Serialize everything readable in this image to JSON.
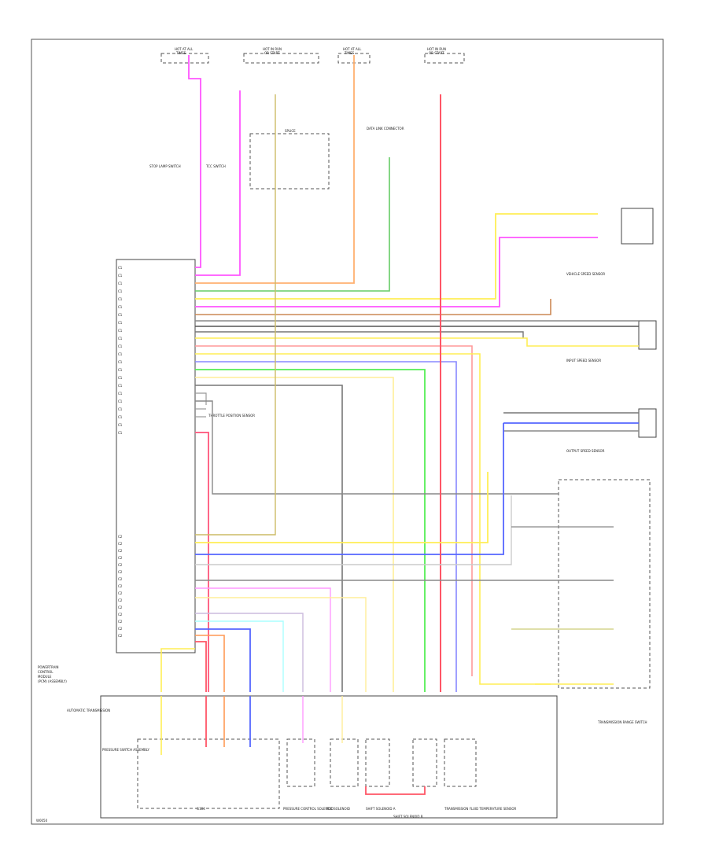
{
  "diagram_title": "",
  "pcm": {
    "caption_lines": [
      "POWERTRAIN",
      "CONTROL",
      "MODULE",
      "(PCM) (ASSEMBLY)"
    ]
  },
  "fuse_blocks": [
    {
      "line1": "HOT AT ALL",
      "line2": "TIMES"
    },
    {
      "line1": "HOT IN RUN",
      "line2": "OR START"
    },
    {
      "line1": "HOT AT ALL",
      "line2": "TIMES"
    },
    {
      "line1": "HOT IN RUN",
      "line2": "OR START"
    }
  ],
  "components": {
    "brake_switch": "STOP LAMP SWITCH",
    "brake_switch_2": "TCC SWITCH",
    "splice_1": "SPLICE",
    "data_link": "DATA LINK CONNECTOR",
    "vss": "VEHICLE SPEED SENSOR",
    "turbine_sensor": "INPUT SPEED SENSOR",
    "output_sensor": "OUTPUT SPEED SENSOR",
    "tps": "THROTTLE POSITION SENSOR",
    "range_switch": "TRANSMISSION RANGE SWITCH",
    "auto_trans": "AUTOMATIC TRANSMISSION",
    "pressure_switch": "PRESSURE SWITCH ASSEMBLY",
    "pcs": "PRESSURE CONTROL SOLENOID",
    "tcc_sol": "TCC SOLENOID",
    "shift_a": "SHIFT SOLENOID A",
    "shift_b": "SHIFT SOLENOID B",
    "fluid_temp": "TRANSMISSION FLUID TEMPERATURE SENSOR",
    "ground": "G104"
  },
  "pin_labels_top": [
    "C1",
    "C1",
    "C1",
    "C1",
    "C1",
    "C1",
    "C1",
    "C1",
    "C1",
    "C1",
    "C1",
    "C1",
    "C1",
    "C1",
    "C1",
    "C1",
    "C1",
    "C1",
    "C1",
    "C1",
    "C1",
    "C1"
  ],
  "pin_labels_bottom": [
    "C2",
    "C2",
    "C2",
    "C2",
    "C2",
    "C2",
    "C2",
    "C2",
    "C2",
    "C2",
    "C2",
    "C2",
    "C2",
    "C2",
    "C2"
  ],
  "footer_code": "W0050"
}
